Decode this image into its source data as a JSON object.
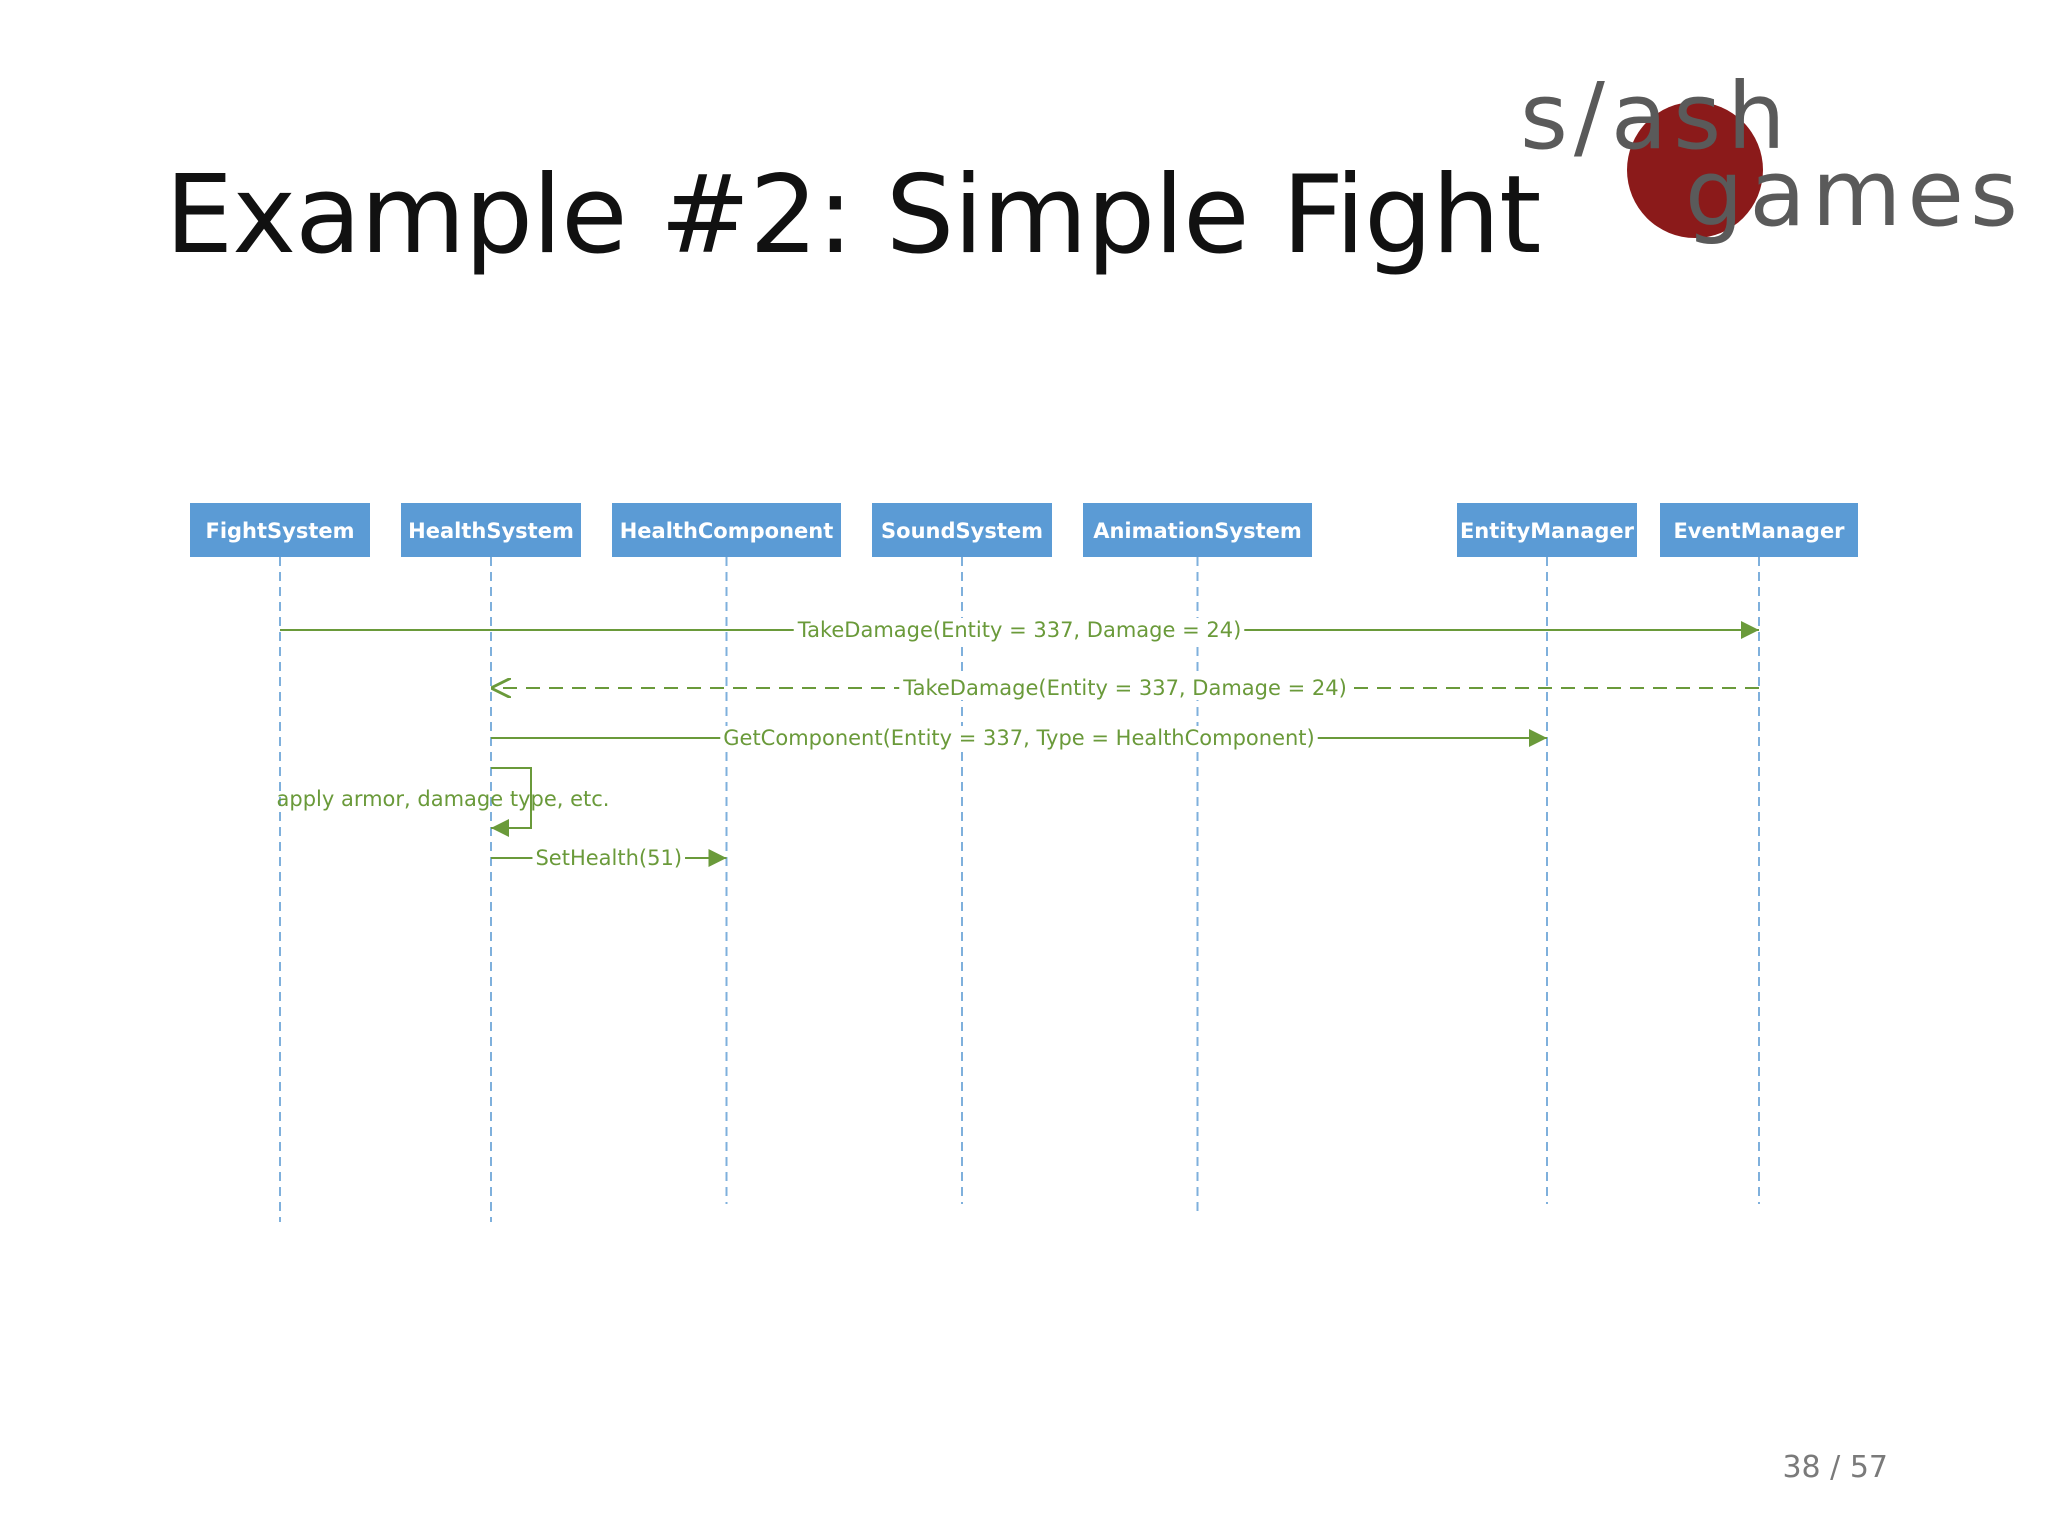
{
  "slide": {
    "title": "Example #2: Simple Fight",
    "page_number": "38 / 57"
  },
  "logo": {
    "line1": "s/ash",
    "line2": "games",
    "colors": {
      "text": "#5a5a5a",
      "circle": "#8b1a1a"
    }
  },
  "diagram": {
    "participants": [
      "FightSystem",
      "HealthSystem",
      "HealthComponent",
      "SoundSystem",
      "AnimationSystem",
      "EntityManager",
      "EventManager"
    ],
    "messages": [
      {
        "from": 0,
        "to": 6,
        "label": "TakeDamage(Entity = 337, Damage = 24)",
        "style": "solid"
      },
      {
        "from": 6,
        "to": 1,
        "label": "TakeDamage(Entity = 337, Damage = 24)",
        "style": "dashed"
      },
      {
        "from": 1,
        "to": 5,
        "label": "GetComponent(Entity = 337, Type = HealthComponent)",
        "style": "solid"
      },
      {
        "from": 1,
        "to": 1,
        "label": "apply armor, damage type, etc.",
        "style": "self"
      },
      {
        "from": 1,
        "to": 2,
        "label": "SetHealth(51)",
        "style": "solid"
      }
    ],
    "colors": {
      "participant_box": "#5b9bd5",
      "lifeline": "#7fb0dc",
      "message": "#6a9a3a"
    }
  }
}
